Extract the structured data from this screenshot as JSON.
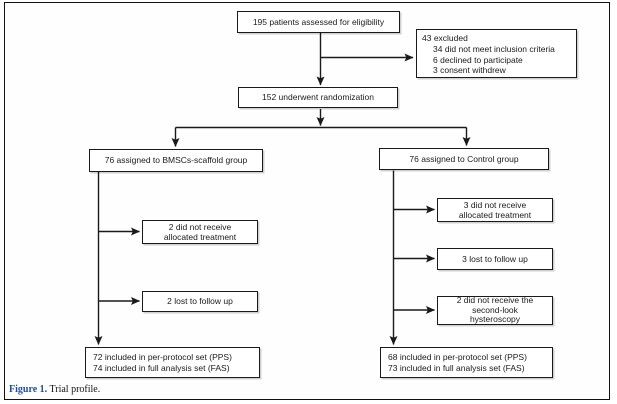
{
  "figure": {
    "caption_label": "Figure 1.",
    "caption_text": "Trial profile."
  },
  "colors": {
    "caption_label_blue": "#1d4ea0",
    "line_color": "#1a1a1a"
  },
  "flowchart": {
    "eligibility": "195 patients assessed for eligibility",
    "excluded": {
      "title": "43 excluded",
      "items": [
        "34 did not meet inclusion criteria",
        "6 declined to participate",
        "3 consent withdrew"
      ]
    },
    "randomization": "152 underwent randomization",
    "bmsc_group": "76 assigned to BMSCs-scaffold group",
    "control_group": "76 assigned to Control group",
    "bmsc_not_received": "2 did not receive\nallocated treatment",
    "bmsc_lost_followup": "2 lost to follow up",
    "bmsc_outcome": "72 included in per-protocol set (PPS)\n74 included in full analysis set (FAS)",
    "control_not_received": "3 did not receive\nallocated treatment",
    "control_lost_followup": "3 lost to follow up",
    "control_no_hysteroscopy": "2 did not receive the\nsecond-look\nhysteroscopy",
    "control_outcome": "68 included in per-protocol set (PPS)\n73 included in full analysis set (FAS)"
  }
}
